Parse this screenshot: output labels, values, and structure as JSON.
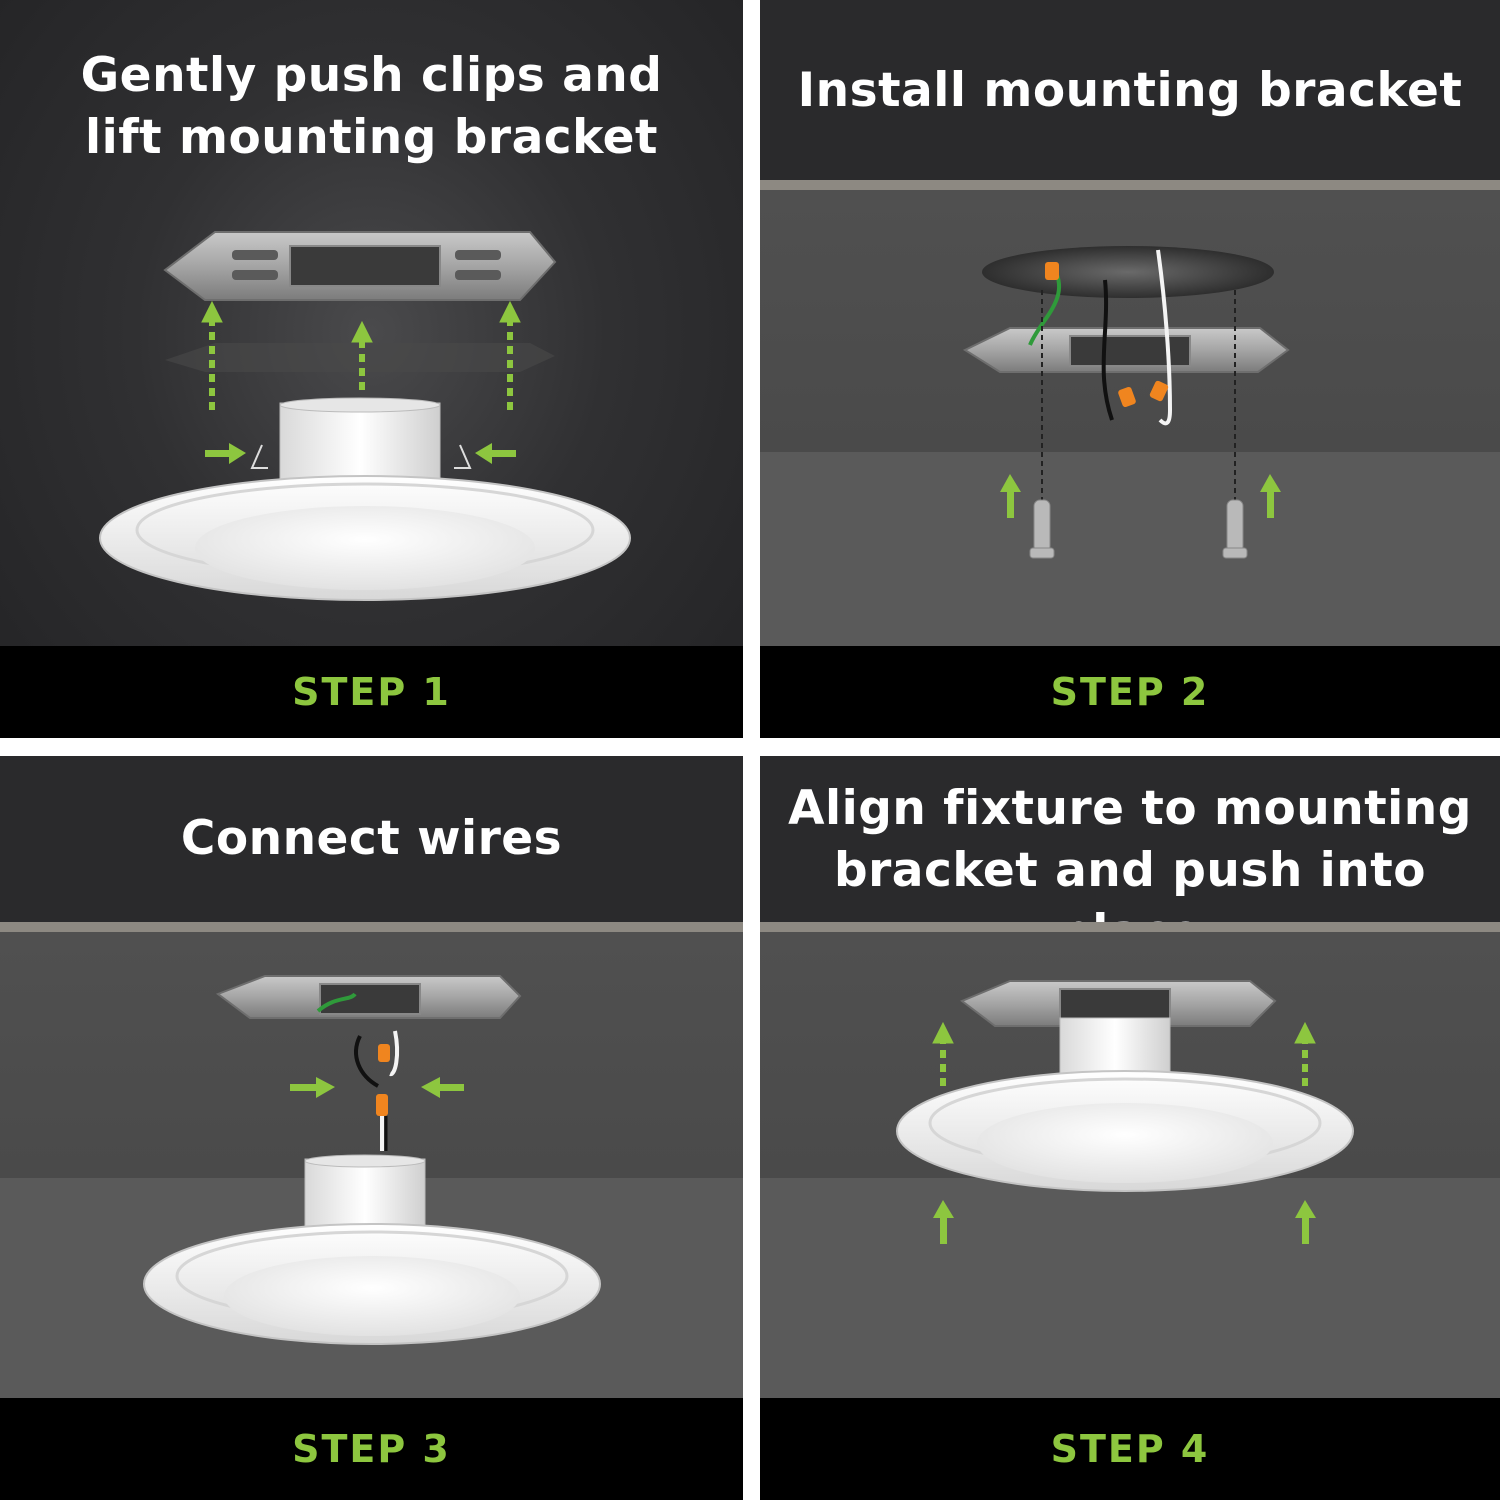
{
  "colors": {
    "accent_green": "#8dc63f",
    "panel_dark": "#2a2a2c",
    "ceiling_gray": "#4d4d4d",
    "wall_gray": "#5a5a5a",
    "divider": "#8d8982"
  },
  "steps": [
    {
      "title": "Gently push clips and\nlift mounting bracket",
      "label": "STEP 1"
    },
    {
      "title": "Install mounting bracket",
      "label": "STEP 2"
    },
    {
      "title": "Connect wires",
      "label": "STEP 3"
    },
    {
      "title": "Align fixture to mounting\nbracket and push into place",
      "label": "STEP 4"
    }
  ],
  "icons": [
    "mounting-bracket-icon",
    "light-fixture-icon",
    "up-arrow-icon",
    "push-arrow-icon",
    "screw-icon",
    "junction-box-icon",
    "wire-connector-icon"
  ]
}
